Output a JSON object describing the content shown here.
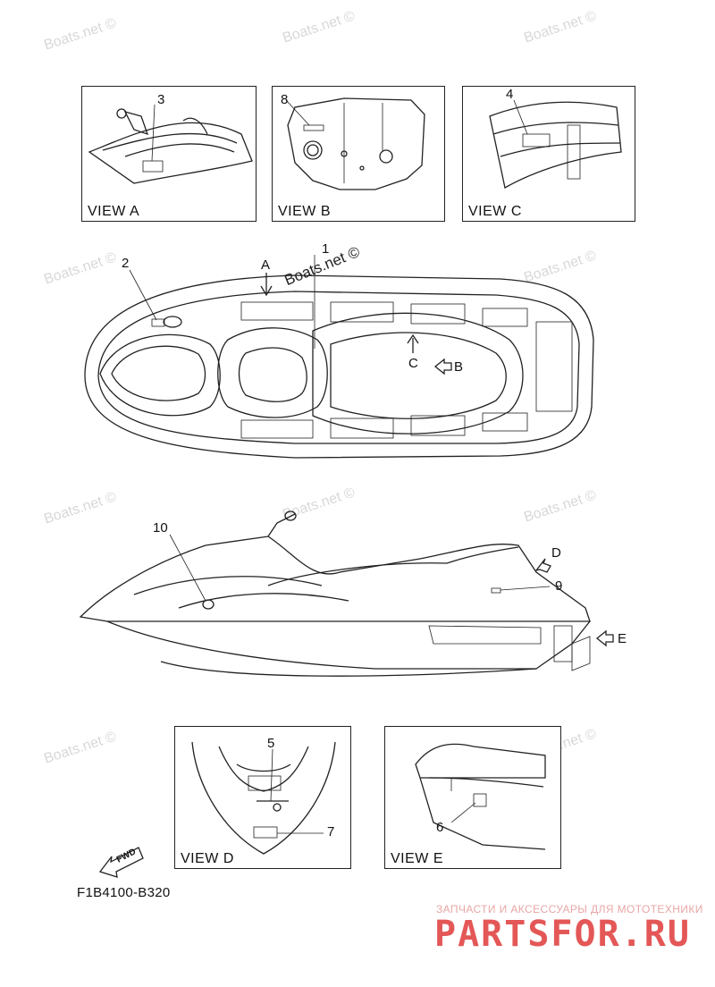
{
  "watermark": "Boats.net ©",
  "views": {
    "a": "VIEW A",
    "b": "VIEW B",
    "c": "VIEW C",
    "d": "VIEW D",
    "e": "VIEW E"
  },
  "callouts": {
    "n1": "1",
    "n2": "2",
    "n3": "3",
    "n4": "4",
    "n5": "5",
    "n6": "6",
    "n7": "7",
    "n8": "8",
    "n9": "9",
    "n10": "10"
  },
  "arrows": {
    "a": "A",
    "b": "B",
    "c": "C",
    "d": "D",
    "e": "E"
  },
  "fwd_label": "FWD",
  "part_number": "F1B4100-B320",
  "shop": {
    "subtitle": "ЗАПЧАСТИ И АКСЕССУАРЫ ДЛЯ МОТОТЕХНИКИ",
    "logo": "PARTSFOR.RU"
  }
}
